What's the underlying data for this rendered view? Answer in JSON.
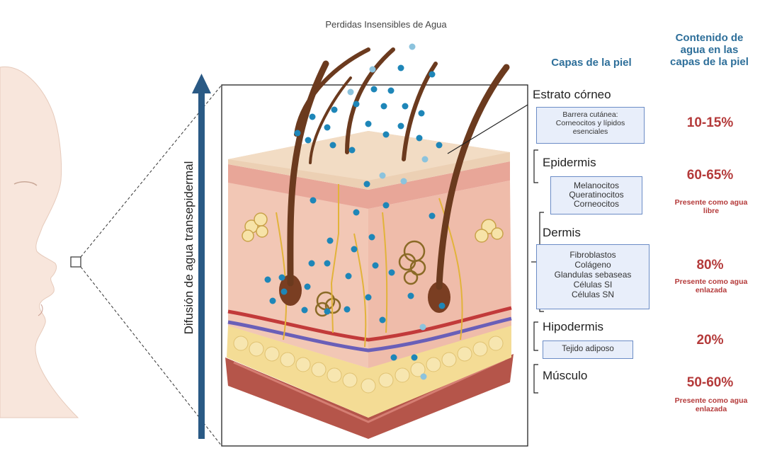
{
  "top_caption": "Perdidas Insensibles de Agua",
  "vertical_label": "Difusión de agua transepidermal",
  "columns": {
    "layers_header": "Capas de la piel",
    "water_header_lines": [
      "Contenido de",
      "agua en las",
      "capas de la piel"
    ]
  },
  "layers": [
    {
      "name": "Estrato córneo",
      "box_lines": [
        "Barrera cutánea:",
        "Corneocitos y lípidos",
        "esenciales"
      ],
      "percent": "10-15%",
      "note_lines": []
    },
    {
      "name": "Epidermis",
      "box_lines": [
        "Melanocitos",
        "Queratinocitos",
        "Corneocitos"
      ],
      "percent": "60-65%",
      "note_lines": [
        "Presente como agua",
        "libre"
      ]
    },
    {
      "name": "Dermis",
      "box_lines": [
        "Fibroblastos",
        "Colágeno",
        "Glandulas sebaseas",
        "Células SI",
        "Células SN"
      ],
      "percent": "80%",
      "note_lines": [
        "Presente como agua",
        "enlazada"
      ]
    },
    {
      "name": "Hipodermis",
      "box_lines": [
        "Tejido adiposo"
      ],
      "percent": "20%",
      "note_lines": []
    },
    {
      "name": "Músculo",
      "box_lines": [],
      "percent": "50-60%",
      "note_lines": [
        "Presente como agua",
        "enlazada"
      ]
    }
  ],
  "colors": {
    "arrow": "#2a5a85",
    "header_blue": "#2e6f9a",
    "percent_red": "#b43a3a",
    "box_border": "#6b8cc6",
    "box_fill": "#e8eefa",
    "water_drop": "#1e86b8"
  }
}
